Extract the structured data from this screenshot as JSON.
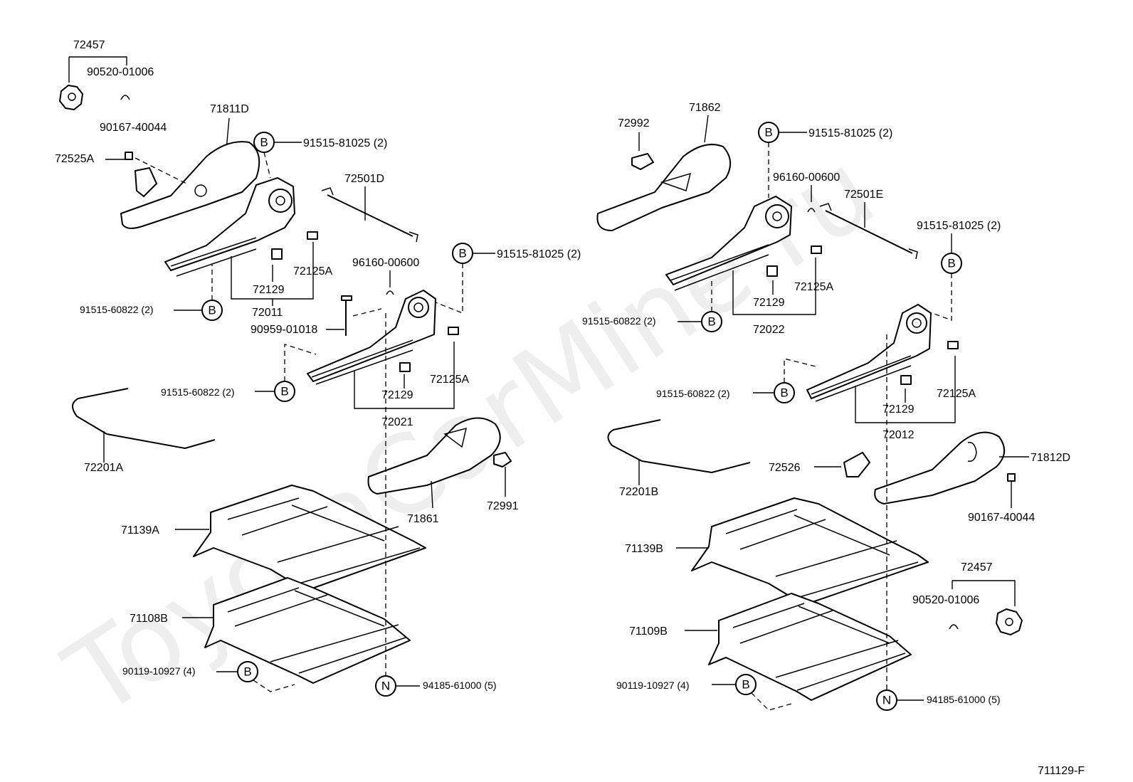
{
  "watermark": "ToyotaCarMine.ru",
  "diagram_code": "711129-F",
  "callouts": {
    "B": "B",
    "N": "N"
  },
  "left": {
    "p72457": "72457",
    "p90520": "90520-01006",
    "p71811D": "71811D",
    "p90167": "90167-40044",
    "p72525A": "72525A",
    "p91515_81025_top": "91515-81025 (2)",
    "p72501D": "72501D",
    "p72129a": "72129",
    "p72125Aa": "72125A",
    "p72011": "72011",
    "p91515_60822_a": "91515-60822 (2)",
    "p96160": "96160-00600",
    "p91515_81025_mid": "91515-81025 (2)",
    "p90959": "90959-01018",
    "p91515_60822_b": "91515-60822 (2)",
    "p72129b": "72129",
    "p72125Ab": "72125A",
    "p72021": "72021",
    "p72201A": "72201A",
    "p71861": "71861",
    "p72991": "72991",
    "p71139A": "71139A",
    "p71108B": "71108B",
    "p90119": "90119-10927 (4)",
    "p94185": "94185-61000 (5)"
  },
  "right": {
    "p72992": "72992",
    "p71862": "71862",
    "p91515_81025_top": "91515-81025 (2)",
    "p96160": "96160-00600",
    "p72501E": "72501E",
    "p91515_81025_mid": "91515-81025 (2)",
    "p72129a": "72129",
    "p72125Aa": "72125A",
    "p72022": "72022",
    "p91515_60822_a": "91515-60822 (2)",
    "p91515_60822_b": "91515-60822 (2)",
    "p72129b": "72129",
    "p72125Ab": "72125A",
    "p72012": "72012",
    "p72526": "72526",
    "p71812D": "71812D",
    "p72201B": "72201B",
    "p90167": "90167-40044",
    "p71139B": "71139B",
    "p72457": "72457",
    "p90520": "90520-01006",
    "p71109B": "71109B",
    "p90119": "90119-10927 (4)",
    "p94185": "94185-61000 (5)"
  }
}
